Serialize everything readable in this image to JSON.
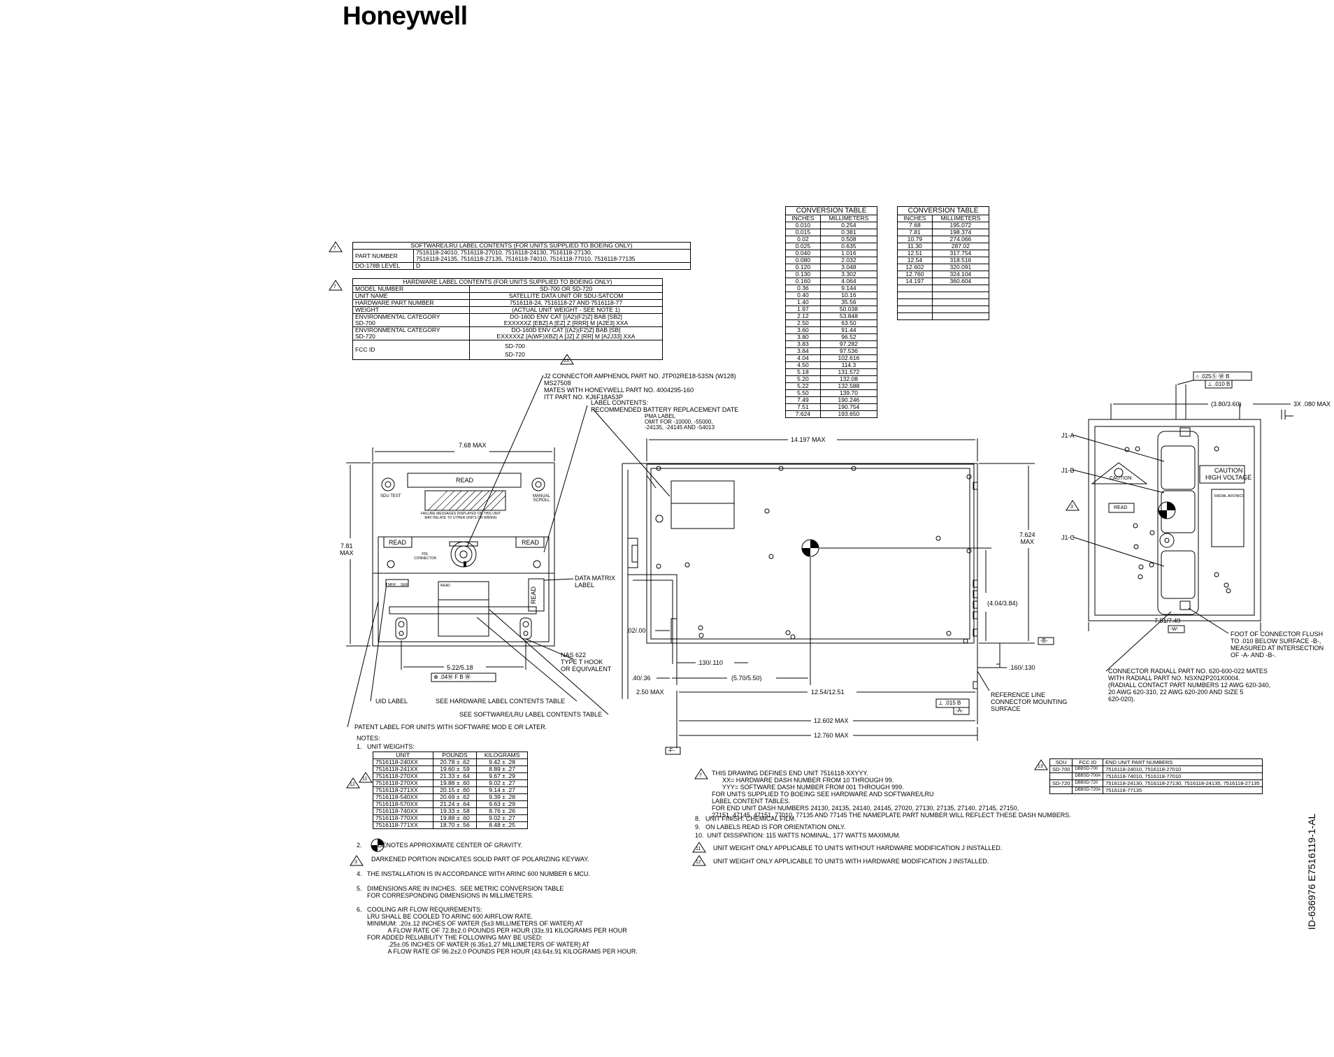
{
  "brand": "Honeywell",
  "doc_id": "ID-636976   E7516119-1-AL",
  "sw_table": {
    "title": "SOFTWARE/LRU LABEL CONTENTS (FOR UNITS SUPPLIED TO BOEING ONLY)",
    "rows": [
      [
        "PART NUMBER",
        "7516118-24010, 7516118-27010, 7516118-24130, 7516118-27130,\n7516118-24135, 7516118-27135, 7516118-74010, 7516118-77010, 7516118-77135"
      ],
      [
        "DO-178B LEVEL",
        "D"
      ]
    ]
  },
  "hw_table": {
    "title": "HARDWARE LABEL CONTENTS (FOR UNITS SUPPLIED TO BOEING ONLY)",
    "rows": [
      [
        "MODEL NUMBER",
        "SD-700 OR SD-720"
      ],
      [
        "UNIT NAME",
        "SATELLITE DATA UNIT OR SDU-SATCOM"
      ],
      [
        "HARDWARE PART NUMBER",
        "7516118-24, 7516118-27 AND 7516118-77"
      ],
      [
        "WEIGHT",
        "(ACTUAL UNIT WEIGHT - SEE NOTE 1)"
      ],
      [
        "ENVIRONMENTAL CATEGORY\nSD-700",
        "DO-160D ENV CAT [(A2)(F2)Z] BAB [SB2]\nEXXXXXZ [EBZ] A [EZ] Z [RRR] M [A2E3] XXA"
      ],
      [
        "ENVIRONMENTAL CATEGORY\nSD-720",
        "DO-160D ENV CAT [(A2)(F2)Z] BAB [SB]\nEXXXXXZ [A(WF)XBZ] A [JZ] Z [RR] M [A2J33] XXA"
      ],
      [
        "FCC ID",
        "SD-700\nSD-720"
      ]
    ]
  },
  "conv1": {
    "title": "CONVERSION TABLE",
    "headers": [
      "INCHES",
      "MILLIMETERS"
    ],
    "rows": [
      [
        "0.010",
        "0.254"
      ],
      [
        "0.015",
        "0.381"
      ],
      [
        "0.02",
        "0.508"
      ],
      [
        "0.025",
        "0.635"
      ],
      [
        "0.040",
        "1.016"
      ],
      [
        "0.080",
        "2.032"
      ],
      [
        "0.120",
        "3.048"
      ],
      [
        "0.130",
        "3.302"
      ],
      [
        "0.160",
        "4.064"
      ],
      [
        "0.36",
        "9.144"
      ],
      [
        "0.40",
        "10.16"
      ],
      [
        "1.40",
        "35.56"
      ],
      [
        "1.97",
        "50.038"
      ],
      [
        "2.12",
        "53.848"
      ],
      [
        "2.50",
        "63.50"
      ],
      [
        "3.60",
        "91.44"
      ],
      [
        "3.80",
        "96.52"
      ],
      [
        "3.83",
        "97.282"
      ],
      [
        "3.84",
        "97.536"
      ],
      [
        "4.04",
        "102.616"
      ],
      [
        "4.50",
        "114.3"
      ],
      [
        "5.18",
        "131.572"
      ],
      [
        "5.20",
        "132.08"
      ],
      [
        "5.22",
        "132.588"
      ],
      [
        "5.50",
        "139.70"
      ],
      [
        "7.49",
        "190.246"
      ],
      [
        "7.51",
        "190.754"
      ],
      [
        "7.624",
        "193.650"
      ]
    ]
  },
  "conv2": {
    "title": "CONVERSION TABLE",
    "headers": [
      "INCHES",
      "MILLIMETERS"
    ],
    "rows": [
      [
        "7.68",
        "195.072"
      ],
      [
        "7.81",
        "198.374"
      ],
      [
        "10.79",
        "274.066"
      ],
      [
        "11.30",
        "287.02"
      ],
      [
        "12.51",
        "317.754"
      ],
      [
        "12.54",
        "318.516"
      ],
      [
        "12.602",
        "320.091"
      ],
      [
        "12.760",
        "324.104"
      ],
      [
        "14.197",
        "360.604"
      ],
      [
        "",
        ""
      ],
      [
        "",
        ""
      ],
      [
        "",
        ""
      ],
      [
        "",
        ""
      ],
      [
        "",
        ""
      ]
    ]
  },
  "front": {
    "read": "READ",
    "sdu_test": "SDU TEST",
    "manual_scroll": "MANUAL\nSCROLL",
    "failure_msg": "FAILURE MESSAGES DISPLAYED ON THIS UNIT\nMAY RELATE TO OTHER UNITS OR WIRING",
    "pdl": "PDL\nCONNECTOR",
    "mfr": "MFR",
    "ser": "SER",
    "width": "7.68 MAX",
    "height": "7.81\nMAX",
    "hook_spacing": "5.22/5.18",
    "tol_frame": "⊕ .04Ⓜ F B Ⓦ"
  },
  "callouts": {
    "j2": "J2 CONNECTOR AMPHENOL PART NO. JTP02RE18-53SN (W128)\nMS27508\nMATES WITH HONEYWELL PART NO. 4004295-160\nITT PART NO. KJ6F18A53P",
    "label_contents": "LABEL CONTENTS:\nRECOMMENDED BATTERY REPLACEMENT DATE",
    "pma": "PMA LABEL\nOMIT FOR -10000, -55000,\n-24135, -24145 AND -54013",
    "data_matrix": "DATA MATRIX\nLABEL",
    "nas": "NAS 622\nTYPE T HOOK\nOR EQUIVALENT",
    "uid": "UID LABEL",
    "see_hw": "SEE HARDWARE LABEL CONTENTS TABLE",
    "see_sw": "SEE SOFTWARE/LRU LABEL CONTENTS TABLE",
    "patent": "PATENT LABEL FOR UNITS WITH SOFTWARE MOD E OR LATER.",
    "reference": "REFERENCE LINE\nCONNECTOR MOUNTING\nSURFACE",
    "foot": "FOOT OF CONNECTOR FLUSH\nTO .010 BELOW SURFACE -B-,\nMEASURED AT INTERSECTION\nOF -A- AND -B-.",
    "radiall": "CONNECTOR RADIALL PART NO. 620-600-022 MATES\nWITH RADIALL PART NO. NSXN2P201X0004.\n(RADIALL CONTACT PART NUMBERS 12 AWG 620-340,\n20 AWG 620-310, 22 AWG 620-200 AND SIZE 5\n620-020)."
  },
  "side": {
    "dim_14197": "14.197 MAX",
    "dim_7624": "7.624\nMAX",
    "dim_404": "(4.04/3.84)",
    "dim_02": ".02/.00",
    "dim_130": ".130/.110",
    "dim_40": ".40/.36",
    "dim_570": "(5.70/5.50)",
    "dim_250": "2.50 MAX",
    "dim_1254": "12.54/12.51",
    "dim_12602": "12.602 MAX",
    "dim_12760": "12.760 MAX",
    "dim_160": ".160/.130",
    "datum_b": "-B-",
    "datum_f": "-F-",
    "flatness": "⊥ .015 B",
    "datum_a": "-A-"
  },
  "rear": {
    "dim_380": "(3.80/3.60)",
    "dim_3x": "3X .080 MAX",
    "tol1": "○ .025Ⓢ Ⓦ B",
    "tol2": "⊥ .010 B",
    "j1a": "J1-A",
    "j1b": "J1-B",
    "j1c": "J1-C",
    "caution": "CAUTION",
    "caution_hv": "CAUTION\nHIGH VOLTAGE",
    "radial": "RADIAL AVIONICS",
    "read": "READ",
    "dim_751": "7.51/7.49",
    "datum_w": "-W-"
  },
  "notes": {
    "header": "NOTES:",
    "n1": "1.   UNIT WEIGHTS:",
    "n2": "2.         DENOTES APPROXIMATE CENTER OF GRAVITY.",
    "n3": "DARKENED PORTION INDICATES SOLID PART OF POLARIZING KEYWAY.",
    "n4": "4.   THE INSTALLATION IS IN ACCORDANCE WITH ARINC 600 NUMBER 6 MCU.",
    "n5": "5.   DIMENSIONS ARE IN INCHES.  SEE METRIC CONVERSION TABLE\n      FOR CORRESPONDING DIMENSIONS IN MILLIMETERS.",
    "n6": "6.   COOLING AIR FLOW REQUIREMENTS:\n      LRU SHALL BE COOLED TO ARINC 600 AIRFLOW RATE.\n      MINIMUM: .20±.12 INCHES OF WATER (5±3 MILLIMETERS OF WATER) AT\n                  A FLOW RATE OF 72.8±2.0 POUNDS PER HOUR (33±.91 KILOGRAMS PER HOUR\n      FOR ADDED RELIABILITY THE FOLLOWING MAY BE USED:\n                  .25±.05 INCHES OF WATER (6.35±1.27 MILLIMETERS OF WATER) AT\n                  A FLOW RATE OF 96.2±2.0 POUNDS PER HOUR (43.64±.91 KILOGRAMS PER HOUR.",
    "n7": "THIS DRAWING DEFINES END UNIT 7516118-XXYYY.\n      XX= HARDWARE DASH NUMBER FROM 10 THROUGH 99.\n      YYY= SOFTWARE DASH NUMBER FROM 001 THROUGH 999.\nFOR UNITS SUPPLIED TO BOEING SEE HARDWARE AND SOFTWARE/LRU\nLABEL CONTENT TABLES.\nFOR END UNIT DASH NUMBERS 24130, 24135, 24140, 24145, 27020, 27130, 27135, 27140, 27145, 27150,\n27151, 47145, 47151, 77010, 77135 AND 77145 THE NAMEPLATE PART NUMBER WILL REFLECT THESE DASH NUMBERS.",
    "n8": "8.   UNIT FINISH: CHEMICAL FILM.",
    "n9": "9.   ON LABELS READ IS FOR ORIENTATION ONLY.",
    "n10": "10.  UNIT DISSIPATION: 115 WATTS NOMINAL, 177 WATTS MAXIMUM.",
    "n11": "UNIT WEIGHT ONLY APPLICABLE TO UNITS WITHOUT HARDWARE MODIFICATION J INSTALLED.",
    "n12": "UNIT WEIGHT ONLY APPLICABLE TO UNITS WITH HARDWARE MODIFICATION J INSTALLED."
  },
  "weights": {
    "headers": [
      "UNIT",
      "POUNDS",
      "KILOGRAMS"
    ],
    "rows": [
      [
        "7516118-240XX",
        "20.78 ± .62",
        "9.42 ± .28"
      ],
      [
        "7516118-241XX",
        "19.60 ± .59",
        "8.89 ± .27"
      ],
      [
        "7516118-270XX",
        "21.33 ± .64",
        "9.67 ± .29"
      ],
      [
        "7516118-270XX",
        "19.88 ± .60",
        "9.02 ± .27"
      ],
      [
        "7516118-271XX",
        "20.15 ± .60",
        "9.14 ± .27"
      ],
      [
        "7516118-540XX",
        "20.69 ± .62",
        "9.39 ± .28"
      ],
      [
        "7516118-570XX",
        "21.24 ± .64",
        "9.63 ± .29"
      ],
      [
        "7516118-740XX",
        "19.33 ± .58",
        "8.76 ± .26"
      ],
      [
        "7516118-770XX",
        "19.88 ± .60",
        "9.02 ± .27"
      ],
      [
        "7516118-771XX",
        "18.70 ± .56",
        "8.48 ± .25"
      ]
    ]
  },
  "sdu_table": {
    "headers": [
      "SDU",
      "FCC ID",
      "END UNIT PART NUMBERS"
    ],
    "rows": [
      [
        "SD-700",
        "DBBSD-700",
        "7516118-24010, 7516118-27010"
      ],
      [
        "",
        "DBBSD-700A",
        "7516118-74010, 7516118-77010"
      ],
      [
        "SD-720",
        "DBBSD-720",
        "7516118-24130, 7516118-27130, 7516118-24135, 7516118-27135"
      ],
      [
        "",
        "DBBSD-720A",
        "7516118-77135"
      ]
    ]
  },
  "flags": [
    "7",
    "7",
    "13",
    "11",
    "12",
    "3",
    "3",
    "7",
    "11",
    "12",
    "12"
  ]
}
